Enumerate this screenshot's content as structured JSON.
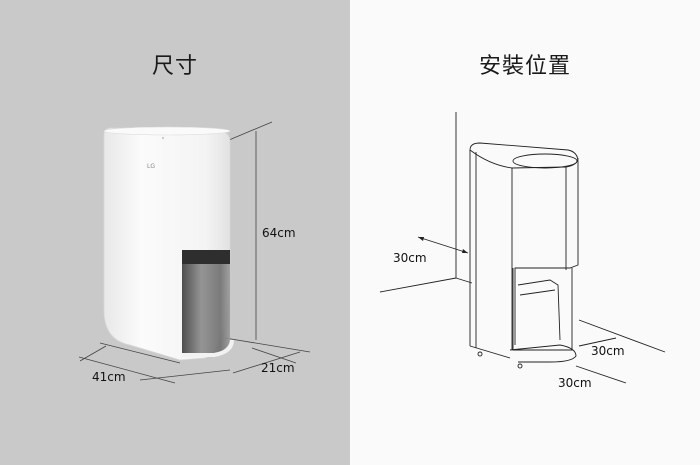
{
  "left_panel": {
    "title": "尺寸",
    "dimensions": {
      "height": "64cm",
      "width": "41cm",
      "depth": "21cm"
    },
    "brand_logo": "LG"
  },
  "right_panel": {
    "title": "安裝位置",
    "clearances": {
      "side": "30cm",
      "front_right": "30cm",
      "front": "30cm"
    }
  },
  "colors": {
    "left_bg": "#c9c9c9",
    "right_bg": "#fafafa",
    "product_white": "#f7f7f7",
    "tank_dark": "#3a3a3a",
    "line": "#333333"
  }
}
